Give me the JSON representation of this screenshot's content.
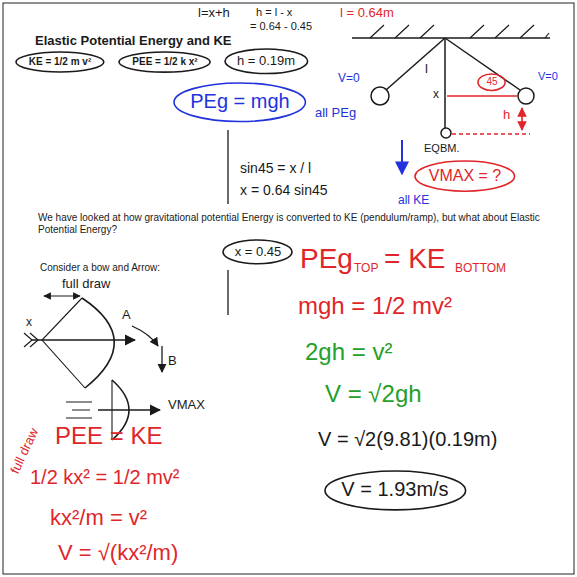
{
  "diagram": {
    "title": "Elastic Potential Energy and KE",
    "nodes": [
      {
        "text": [
          "KE = 1/2 m v²"
        ]
      },
      {
        "text": [
          "PEE = 1/2 k x²"
        ]
      },
      {
        "text": [
          "h = 0.19m"
        ]
      },
      {
        "text": [
          "PEg = mgh"
        ]
      },
      {
        "text": [
          "45"
        ]
      },
      {
        "text": [
          "VMAX = ?"
        ]
      },
      {
        "text": [
          "x = 0.45"
        ]
      },
      {
        "text": [
          "V = 1.93m/s"
        ]
      }
    ],
    "labels": [
      "l=x+h",
      "h = l - x",
      "= 0.64 - 0.45",
      "l = 0.64m",
      "V=0",
      "all PEg",
      "l",
      "x",
      "h",
      "V=0",
      "EQBM.",
      "all KE",
      "We have looked at how gravitational potential Energy is converted to KE (pendulum/ramp), but what about Elastic Potential Energy?",
      "sin45 = x / l",
      "x = 0.64 sin45",
      "Consider a bow and Arrow:",
      "full draw",
      "x",
      "A",
      "B",
      "VMAX",
      "PEg",
      "TOP",
      "= KE",
      "BOTTOM",
      "mgh = 1/2 mv²",
      "2gh = v²",
      "V = √2gh",
      "V = √2(9.81)(0.19m)",
      "full draw",
      "PEE = KE",
      "1/2 kx² = 1/2 mv²",
      "kx²/m = v²",
      "V = √(kx²/m)"
    ]
  }
}
